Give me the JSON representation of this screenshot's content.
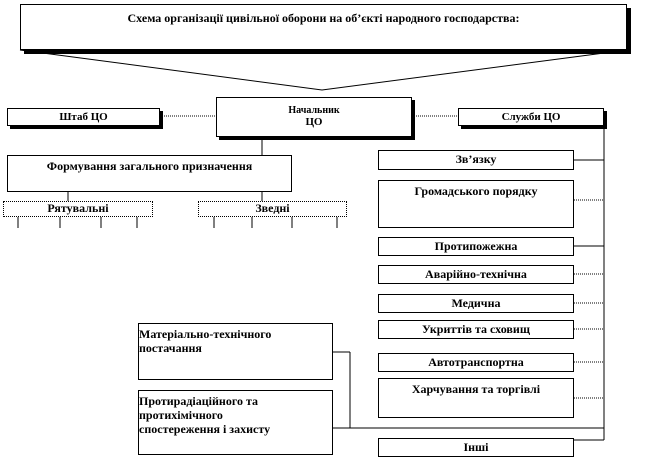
{
  "title": "Схема організації цивільної оборони на об’єкті народного господарства:",
  "chief": {
    "line1": "Начальник",
    "line2": "ЦО"
  },
  "hq": "Штаб ЦО",
  "services_header": "Служби ЦО",
  "general_formations": "Формування загального призначення",
  "rescue": "Рятувальні",
  "combined": "Зведні",
  "services": [
    "Зв’язку",
    "Громадського порядку",
    "Протипожежна",
    "Аварійно-технічна",
    "Медична",
    "Укриттів та сховищ",
    "Автотранспортна",
    "Харчування та торгівлі",
    "Інші"
  ],
  "material_supply": {
    "line1": "Матеріально-технічного",
    "line2": "постачання"
  },
  "protection": {
    "line1": "Протирадіаційного та",
    "line2": "протихімічного",
    "line3": "спостереження і захисту"
  }
}
